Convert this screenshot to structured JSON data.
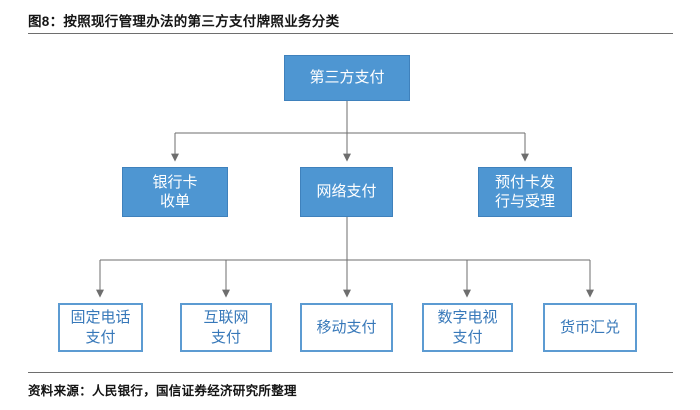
{
  "title": "图8：按照现行管理办法的第三方支付牌照业务分类",
  "footer": "资料来源：人民银行，国信证券经济研究所整理",
  "colors": {
    "node_fill": "#4e96d2",
    "node_border": "#3f81bc",
    "outline_node_border": "#5c9bd2",
    "outline_node_text": "#3778b9",
    "connector": "#6e6e6e",
    "text": "#141414"
  },
  "nodes": {
    "root": {
      "label": "第三方支付"
    },
    "level2": [
      {
        "label": "银行卡\n收单"
      },
      {
        "label": "网络支付"
      },
      {
        "label": "预付卡发\n行与受理"
      }
    ],
    "level3": [
      {
        "label": "固定电话\n支付"
      },
      {
        "label": "互联网\n支付"
      },
      {
        "label": "移动支付"
      },
      {
        "label": "数字电视\n支付"
      },
      {
        "label": "货币汇兑"
      }
    ]
  }
}
